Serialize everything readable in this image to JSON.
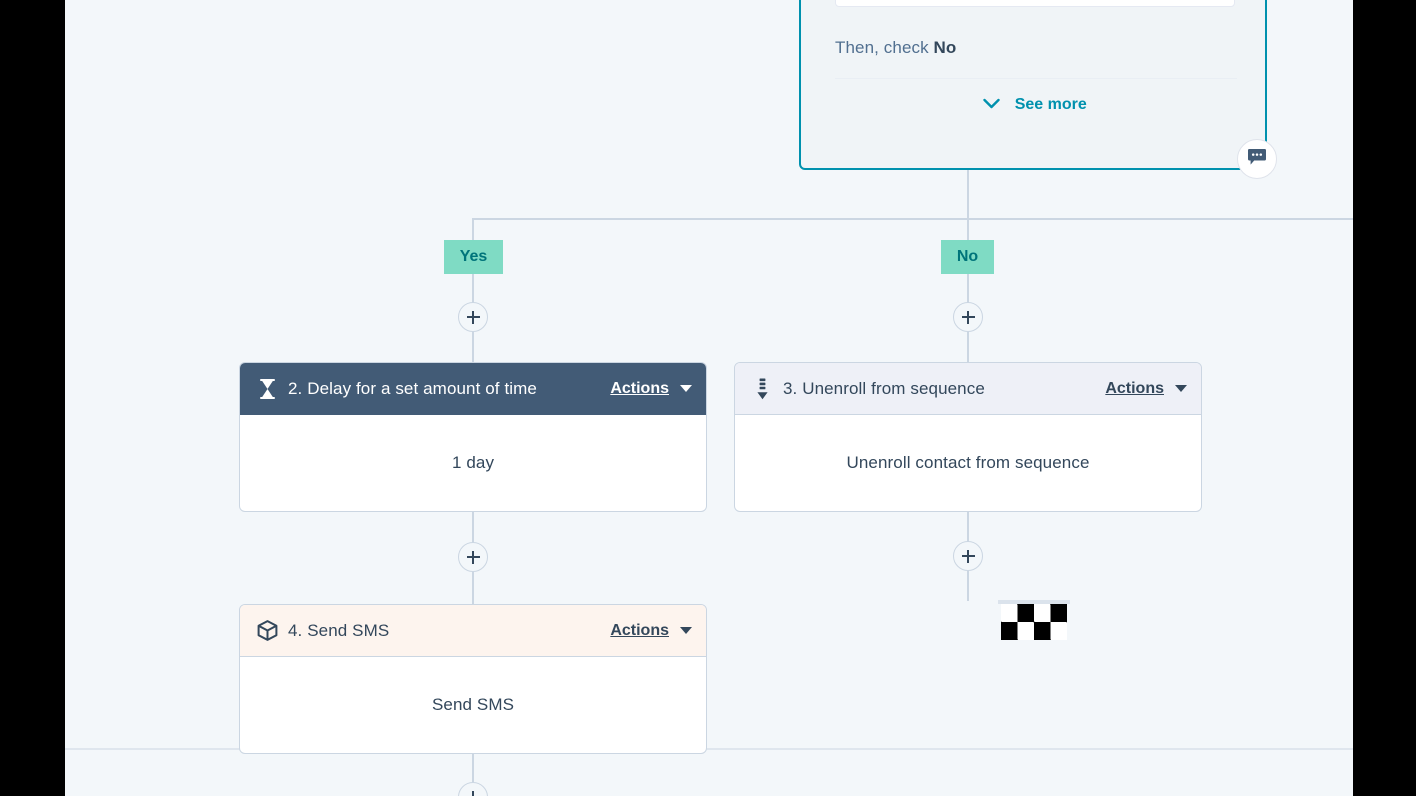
{
  "app": {
    "surface_name": "workflow-canvas",
    "background_color": "#f3f7fa",
    "accent_color": "#0091ae",
    "branch_badge_color": "#7fdbc4",
    "branch_badge_text_color": "#00747a"
  },
  "decision_card": {
    "then_prefix": "Then, check",
    "then_value": "No",
    "see_more_label": "See more",
    "chevron_icon": "chevron-down-icon",
    "comment_icon": "comment-bubble-icon",
    "border_color": "#0091ae"
  },
  "branches": [
    {
      "label": "Yes",
      "name": "branch-label-yes"
    },
    {
      "label": "No",
      "name": "branch-label-no"
    }
  ],
  "add_buttons": [
    {
      "name": "add-step-button-yes-top",
      "icon": "plus-icon"
    },
    {
      "name": "add-step-button-no-top",
      "icon": "plus-icon"
    },
    {
      "name": "add-step-button-yes-middle",
      "icon": "plus-icon"
    },
    {
      "name": "add-step-button-no-middle",
      "icon": "plus-icon"
    },
    {
      "name": "add-step-button-yes-bottom",
      "icon": "plus-icon"
    }
  ],
  "cards": [
    {
      "id": "delay-card",
      "number": "2.",
      "title": "2. Delay for a set amount of time",
      "icon": "hourglass-icon",
      "actions_label": "Actions",
      "caret_icon": "caret-down-icon",
      "body": "1 day",
      "header_theme": "dark",
      "header_color": "#425b76"
    },
    {
      "id": "unenroll-card",
      "number": "3.",
      "title": "3. Unenroll from sequence",
      "icon": "unenroll-arrow-icon",
      "actions_label": "Actions",
      "caret_icon": "caret-down-icon",
      "body": "Unenroll contact from sequence",
      "header_theme": "lilac",
      "header_color": "#eef0f7"
    },
    {
      "id": "send-sms-card",
      "number": "4.",
      "title": "4. Send SMS",
      "icon": "cube-package-icon",
      "actions_label": "Actions",
      "caret_icon": "caret-down-icon",
      "body": "Send SMS",
      "header_theme": "cream",
      "header_color": "#fdf4ee"
    }
  ],
  "placeholder": {
    "name": "broken-image-placeholder",
    "description": "checkerboard"
  }
}
